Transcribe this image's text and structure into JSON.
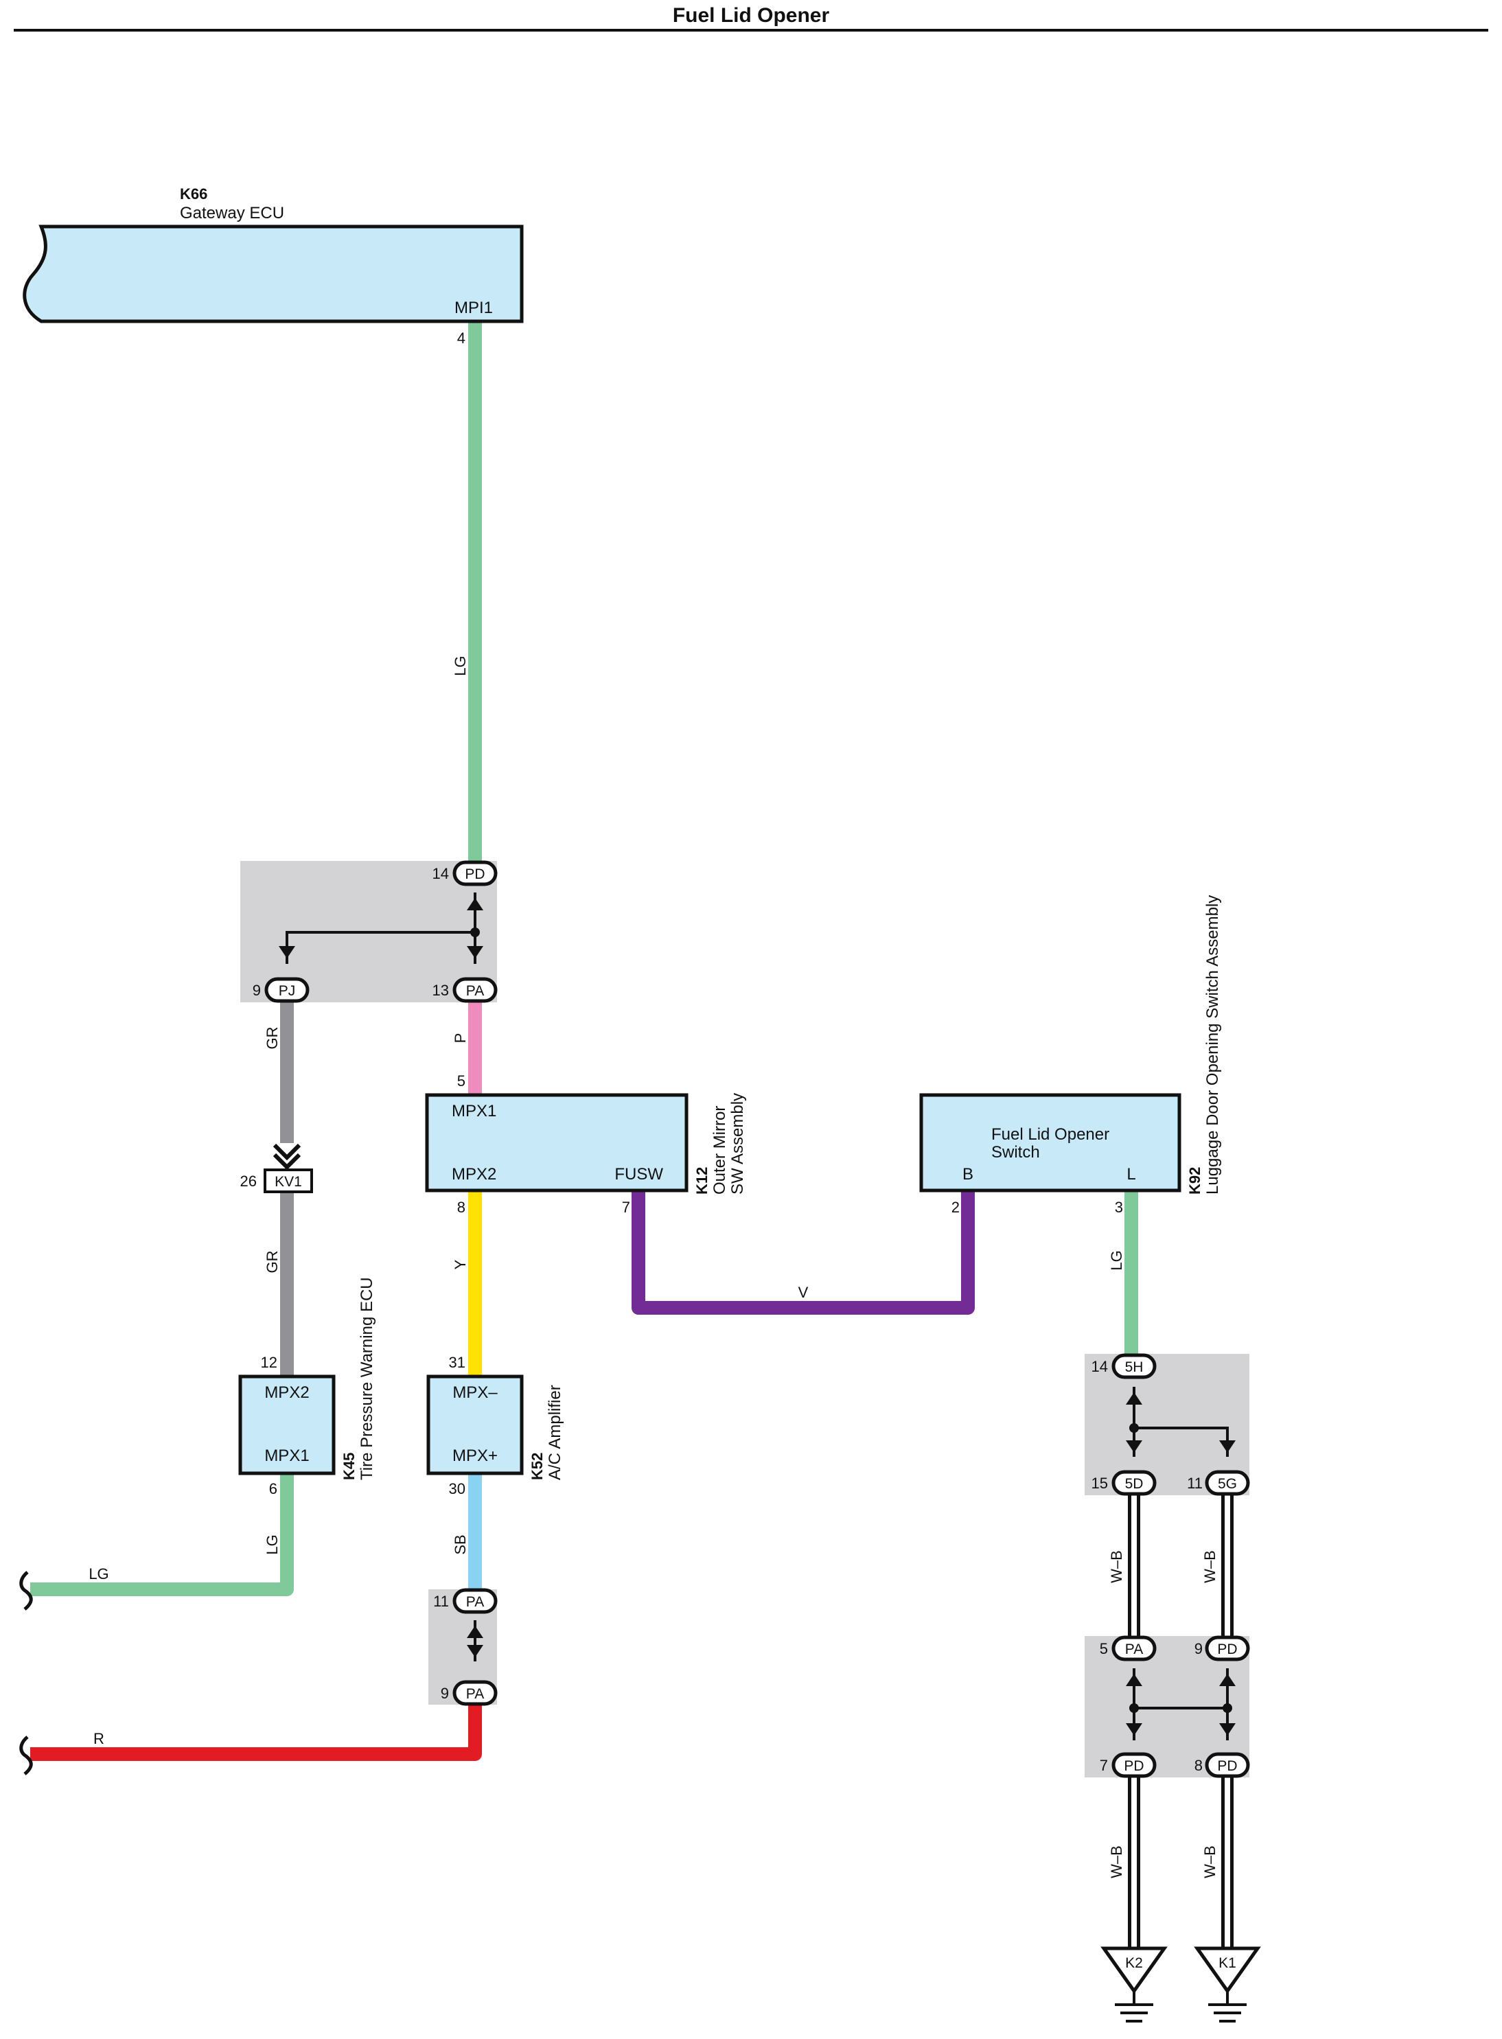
{
  "title": "Fuel Lid Opener",
  "colors": {
    "LG": "#7fc99a",
    "GR": "#919196",
    "P": "#ef8bbd",
    "Y": "#ffe100",
    "V": "#732b96",
    "SB": "#8ad2f3",
    "R": "#e31b23",
    "box_fill": "#c8e9f8",
    "junction_fill": "#d3d3d6"
  },
  "components": {
    "k66": {
      "code": "K66",
      "name": "Gateway ECU",
      "terminal": "MPI1",
      "pin": "4"
    },
    "k12": {
      "code": "K12",
      "name_line1": "Outer Mirror",
      "name_line2": "SW Assembly",
      "t_mpx1": "MPX1",
      "t_mpx2": "MPX2",
      "t_fusw": "FUSW",
      "pin_mpx1": "5",
      "pin_mpx2": "8",
      "pin_fusw": "7"
    },
    "k92": {
      "code": "K92",
      "name": "Luggage Door Opening Switch Assembly",
      "inner_line1": "Fuel Lid Opener",
      "inner_line2": "Switch",
      "t_b": "B",
      "t_l": "L",
      "pin_b": "2",
      "pin_l": "3"
    },
    "k45": {
      "code": "K45",
      "name": "Tire Pressure Warning ECU",
      "t_mpx2": "MPX2",
      "t_mpx1": "MPX1",
      "pin_mpx2": "12",
      "pin_mpx1": "6"
    },
    "k52": {
      "code": "K52",
      "name": "A/C Amplifier",
      "t_mpxm": "MPX–",
      "t_mpxp": "MPX+",
      "pin_mpxm": "31",
      "pin_mpxp": "30"
    }
  },
  "connectors": {
    "j1_top": {
      "pin": "14",
      "name": "PD"
    },
    "j1_left": {
      "pin": "9",
      "name": "PJ"
    },
    "j1_right": {
      "pin": "13",
      "name": "PA"
    },
    "kv1": {
      "pin": "26",
      "name": "KV1"
    },
    "j2_top": {
      "pin": "11",
      "name": "PA"
    },
    "j2_bot": {
      "pin": "9",
      "name": "PA"
    },
    "j3_top": {
      "pin": "14",
      "name": "5H"
    },
    "j3_left": {
      "pin": "15",
      "name": "5D"
    },
    "j3_right": {
      "pin": "11",
      "name": "5G"
    },
    "j4_tl": {
      "pin": "5",
      "name": "PA"
    },
    "j4_tr": {
      "pin": "9",
      "name": "PD"
    },
    "j4_bl": {
      "pin": "7",
      "name": "PD"
    },
    "j4_br": {
      "pin": "8",
      "name": "PD"
    }
  },
  "wires": {
    "lg_main": "LG",
    "gr_upper": "GR",
    "gr_lower": "GR",
    "p": "P",
    "y": "Y",
    "v": "V",
    "lg_right": "LG",
    "lg_k45": "LG",
    "lg_left_out": "LG",
    "sb": "SB",
    "r": "R",
    "wb1": "W–B",
    "wb2": "W–B",
    "wb3": "W–B",
    "wb4": "W–B"
  },
  "grounds": {
    "g_left": "K2",
    "g_right": "K1"
  }
}
